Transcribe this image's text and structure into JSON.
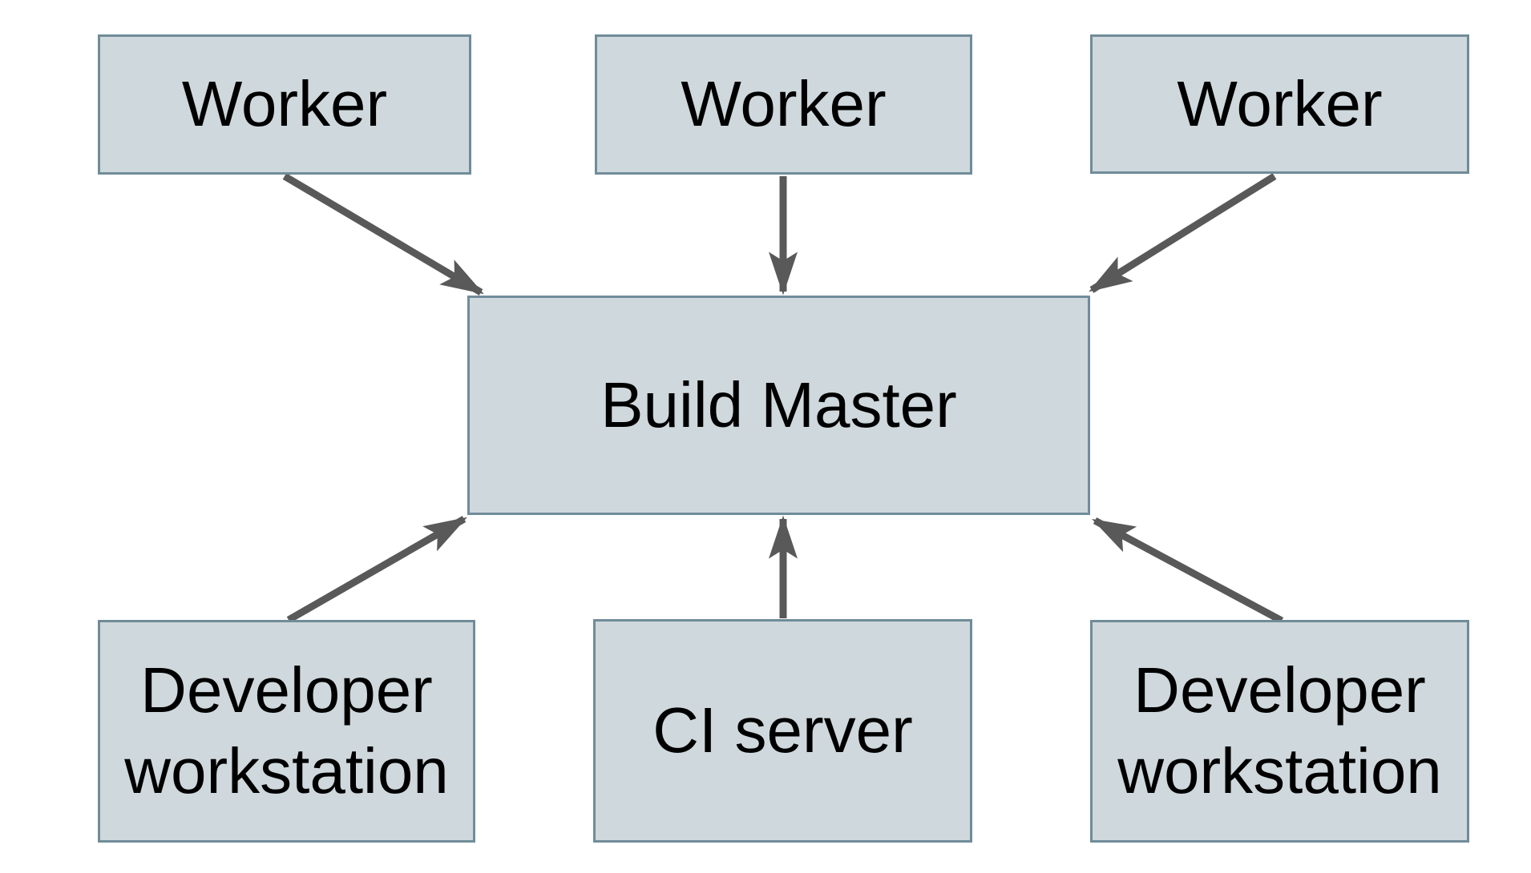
{
  "diagram": {
    "type": "architecture-diagram",
    "nodes": {
      "worker_1": {
        "label": "Worker"
      },
      "worker_2": {
        "label": "Worker"
      },
      "worker_3": {
        "label": "Worker"
      },
      "build_master": {
        "label": "Build Master"
      },
      "developer_workstation_left": {
        "label": "Developer workstation"
      },
      "ci_server": {
        "label": "CI server"
      },
      "developer_workstation_right": {
        "label": "Developer workstation"
      }
    },
    "edges": [
      {
        "from": "worker_1",
        "to": "build_master"
      },
      {
        "from": "worker_2",
        "to": "build_master"
      },
      {
        "from": "worker_3",
        "to": "build_master"
      },
      {
        "from": "developer_workstation_left",
        "to": "build_master"
      },
      {
        "from": "ci_server",
        "to": "build_master"
      },
      {
        "from": "developer_workstation_right",
        "to": "build_master"
      }
    ],
    "colors": {
      "node_fill": "#cfd8dc",
      "node_border": "#708c99",
      "arrow": "#595959",
      "text": "#000000",
      "background": "#ffffff"
    }
  }
}
